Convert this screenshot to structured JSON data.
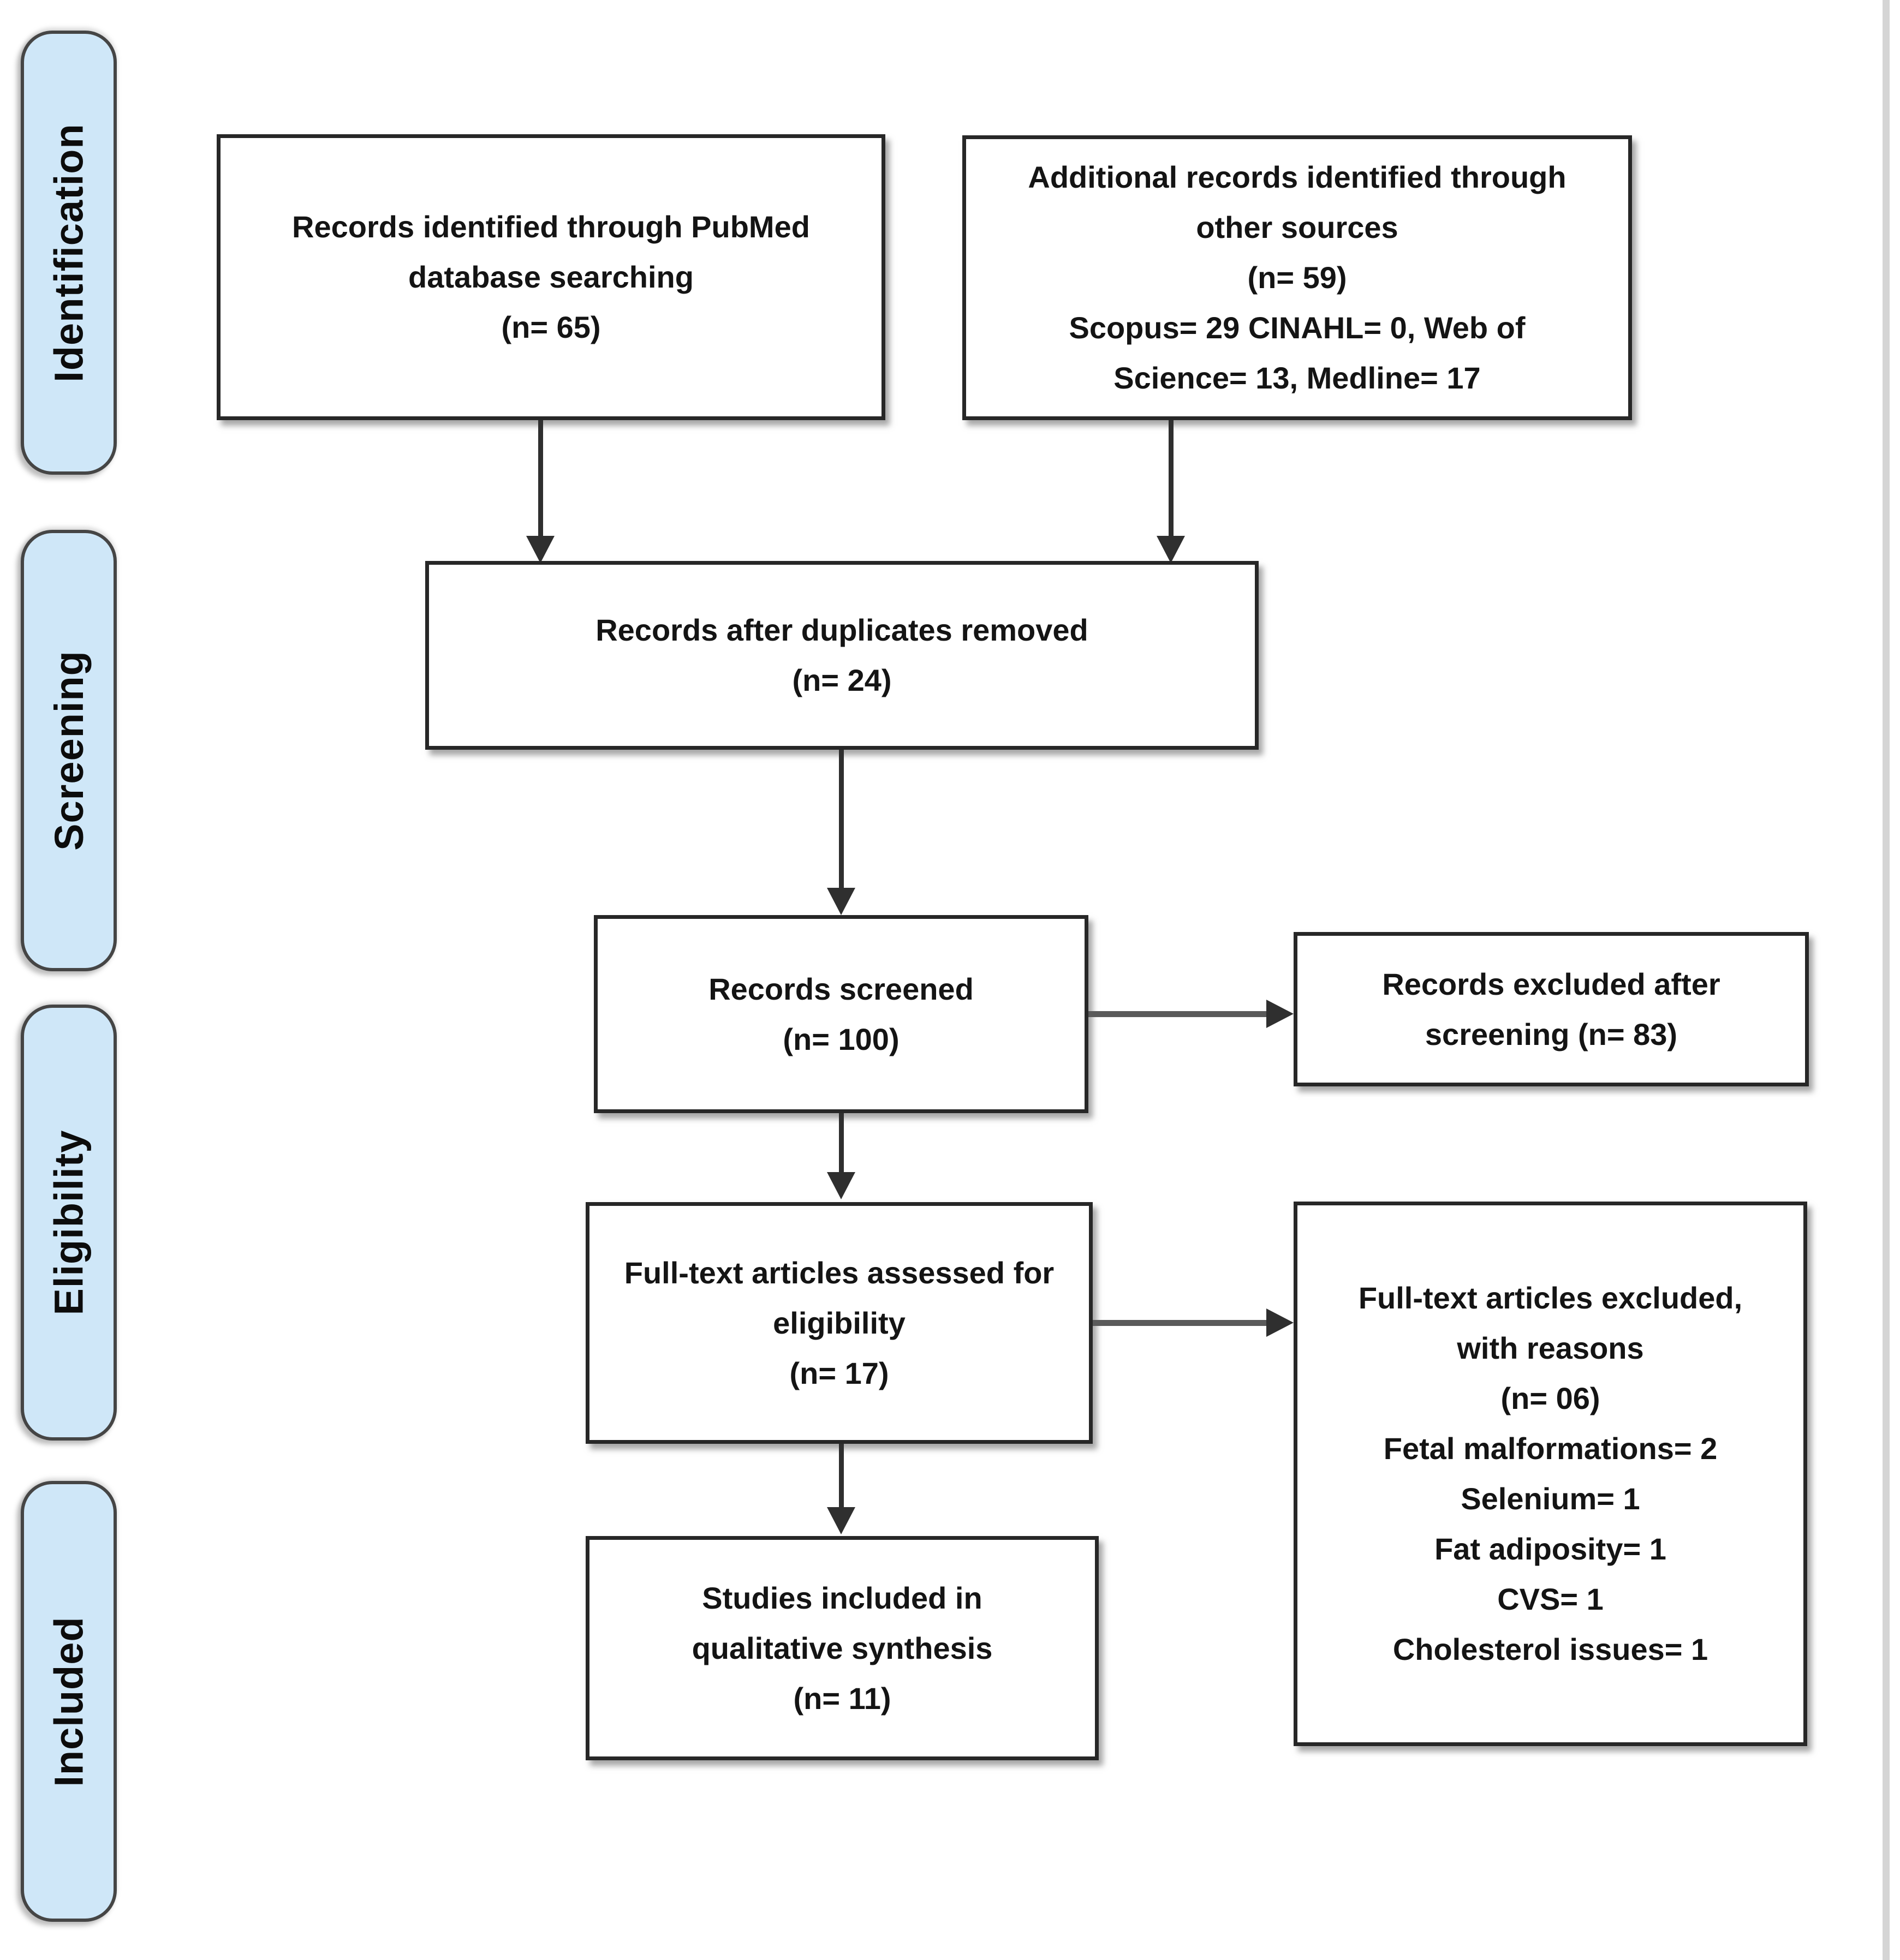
{
  "figure": {
    "type": "prisma_flow_diagram",
    "stages": [
      {
        "id": "identification",
        "label": "Identification"
      },
      {
        "id": "screening",
        "label": "Screening"
      },
      {
        "id": "eligibility",
        "label": "Eligibility"
      },
      {
        "id": "included",
        "label": "Included"
      }
    ],
    "boxes": {
      "pubmed": {
        "lines": [
          "Records identified through PubMed",
          "database searching",
          "(n= 65)"
        ]
      },
      "other_sources": {
        "lines": [
          "Additional records identified through",
          "other sources",
          "(n= 59)",
          "Scopus= 29 CINAHL= 0, Web of",
          "Science= 13, Medline= 17"
        ]
      },
      "duplicates_removed": {
        "lines": [
          "Records after duplicates removed",
          "(n= 24)"
        ]
      },
      "screened": {
        "lines": [
          "Records screened",
          "(n= 100)"
        ]
      },
      "excluded_screening": {
        "lines": [
          "Records excluded after",
          "screening (n= 83)"
        ]
      },
      "fulltext_assessed": {
        "lines": [
          "Full-text articles assessed for",
          "eligibility",
          "(n= 17)"
        ]
      },
      "fulltext_excluded": {
        "lines": [
          "Full-text articles excluded,",
          "with reasons",
          "(n= 06)",
          "Fetal malformations= 2",
          "Selenium= 1",
          "Fat adiposity= 1",
          "CVS= 1",
          "Cholesterol issues= 1"
        ]
      },
      "included_qualitative": {
        "lines": [
          "Studies included in",
          "qualitative synthesis",
          "(n= 11)"
        ]
      }
    },
    "colors": {
      "stage_fill": "#cfe7f8",
      "stage_border": "#454545",
      "box_fill": "#ffffff",
      "box_border": "#272727",
      "arrow": "#2f2f2f",
      "connector": "#5a5a5a",
      "edge_line": "#d5d5d5",
      "text": "#141414"
    }
  }
}
